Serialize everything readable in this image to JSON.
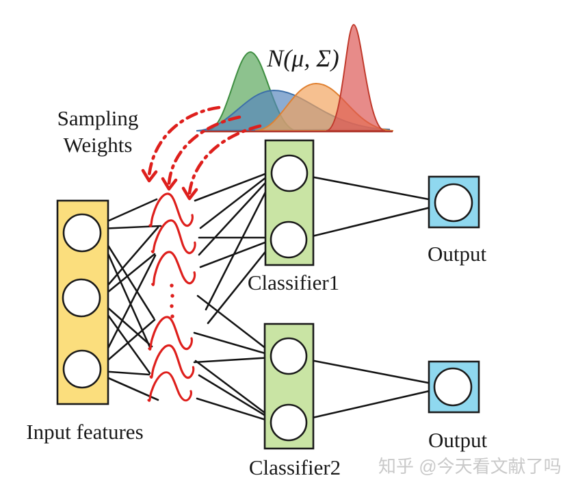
{
  "figure": {
    "gaussian_label": "N(μ, Σ)",
    "sampling_label": [
      "Sampling",
      "Weights"
    ],
    "input_label": "Input features",
    "classifier1_label": "Classifier1",
    "classifier2_label": "Classifier2",
    "output_top_label": "Output",
    "output_bottom_label": "Output",
    "ellipsis": "⋮",
    "watermark": "知乎 @今天看文献了吗"
  },
  "structure": {
    "input_neurons": 3,
    "classifier1_neurons": 2,
    "classifier2_neurons": 2,
    "outputs_per_classifier": 1,
    "weight_curves_shown": 6,
    "sampling_arrows": 3,
    "gaussian_curves": 4
  },
  "colors": {
    "background": "#FFFFFF",
    "input_box": "#FBDE7D",
    "classifier_box": "#C9E4A4",
    "output_box": "#8FD8EF",
    "annotation_red": "#DE1F1C",
    "line_black": "#141414",
    "gauss_green_fill": "#57A559",
    "gauss_green_stroke": "#3E8E41",
    "gauss_blue_fill": "#5585BC",
    "gauss_blue_stroke": "#3D6FA8",
    "gauss_orange_fill": "#F2A25C",
    "gauss_orange_stroke": "#E08030",
    "gauss_red_fill": "#DB5451",
    "gauss_red_stroke": "#C0392B",
    "baseline_red": "#B03A30",
    "watermark_gray": "#C9C9C9"
  }
}
